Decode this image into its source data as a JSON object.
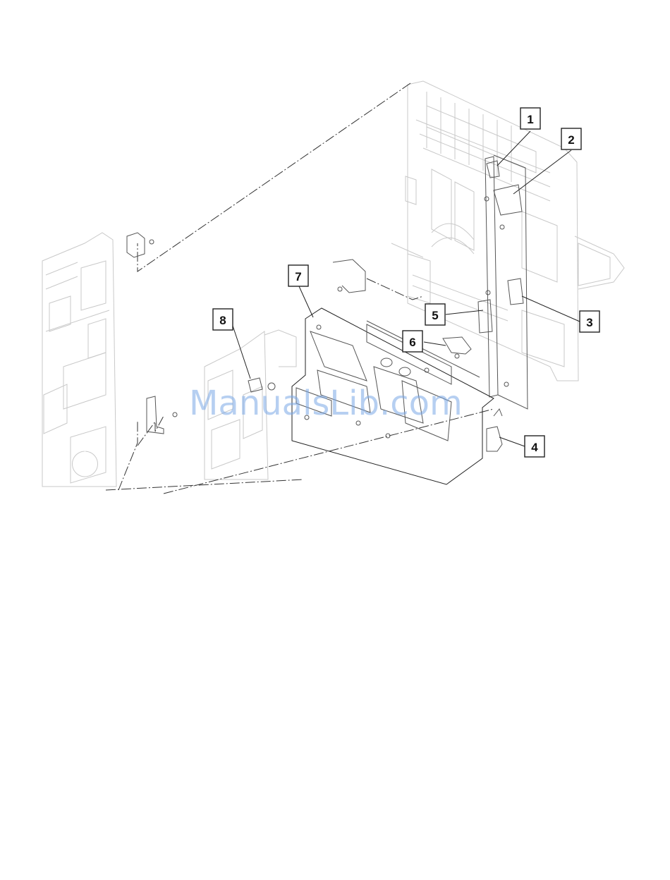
{
  "diagram": {
    "callouts": [
      {
        "id": "callout-1",
        "label": "1"
      },
      {
        "id": "callout-2",
        "label": "2"
      },
      {
        "id": "callout-3",
        "label": "3"
      },
      {
        "id": "callout-4",
        "label": "4"
      },
      {
        "id": "callout-5",
        "label": "5"
      },
      {
        "id": "callout-6",
        "label": "6"
      },
      {
        "id": "callout-7",
        "label": "7"
      },
      {
        "id": "callout-8",
        "label": "8"
      }
    ],
    "watermark": "ManualsLib.com"
  }
}
